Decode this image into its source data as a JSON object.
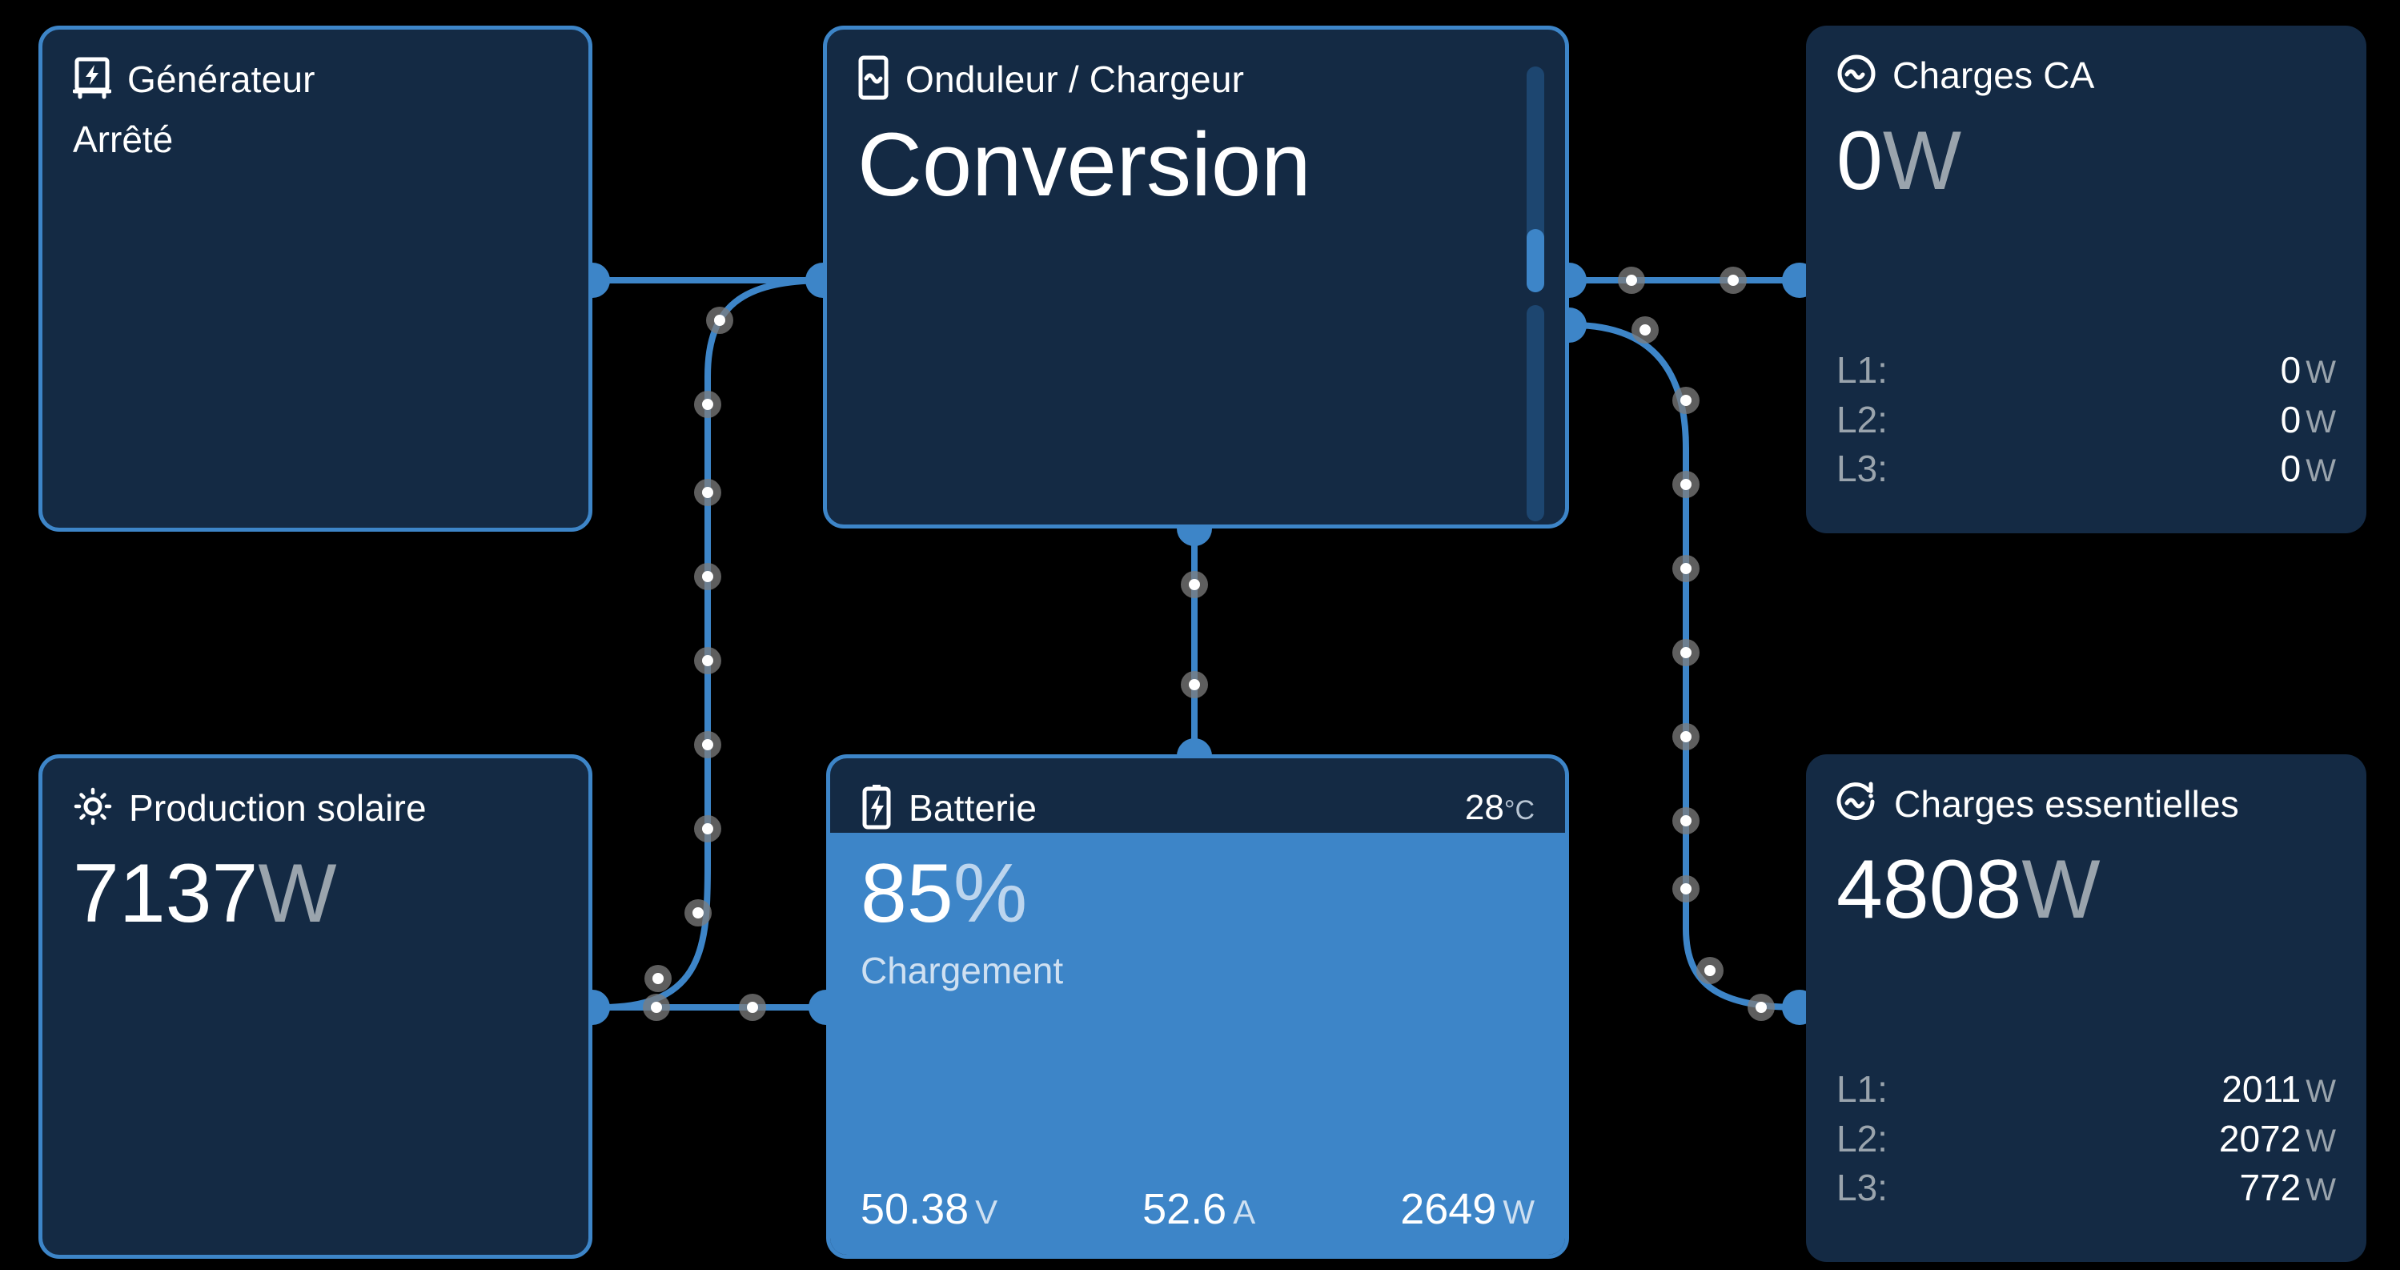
{
  "accent": "#3d85c8",
  "card_bg": "#142a44",
  "page_bg": "#000000",
  "cards": {
    "generator": {
      "icon": "generator-icon",
      "title": "Générateur",
      "status": "Arrêté"
    },
    "inverter": {
      "icon": "inverter-icon",
      "title": "Onduleur / Chargeur",
      "state": "Conversion",
      "gauge_top_percent": 28,
      "gauge_bottom_percent": 0
    },
    "ac_loads": {
      "icon": "ac-load-icon",
      "title": "Charges CA",
      "value": "0",
      "unit": "W",
      "phases": [
        {
          "label": "L1:",
          "value": "0",
          "unit": "W"
        },
        {
          "label": "L2:",
          "value": "0",
          "unit": "W"
        },
        {
          "label": "L3:",
          "value": "0",
          "unit": "W"
        }
      ]
    },
    "solar": {
      "icon": "sun-icon",
      "title": "Production solaire",
      "value": "7137",
      "unit": "W"
    },
    "battery": {
      "icon": "battery-charging-icon",
      "title": "Batterie",
      "temperature": "28",
      "temperature_unit": "°C",
      "soc": "85",
      "soc_unit": "%",
      "state": "Chargement",
      "fill_percent": 85,
      "voltage": "50.38",
      "voltage_unit": "V",
      "current": "52.6",
      "current_unit": "A",
      "power": "2649",
      "power_unit": "W"
    },
    "essential_loads": {
      "icon": "essential-load-icon",
      "title": "Charges essentielles",
      "value": "4808",
      "unit": "W",
      "phases": [
        {
          "label": "L1:",
          "value": "2011",
          "unit": "W"
        },
        {
          "label": "L2:",
          "value": "2072",
          "unit": "W"
        },
        {
          "label": "L3:",
          "value": "772",
          "unit": "W"
        }
      ]
    }
  }
}
